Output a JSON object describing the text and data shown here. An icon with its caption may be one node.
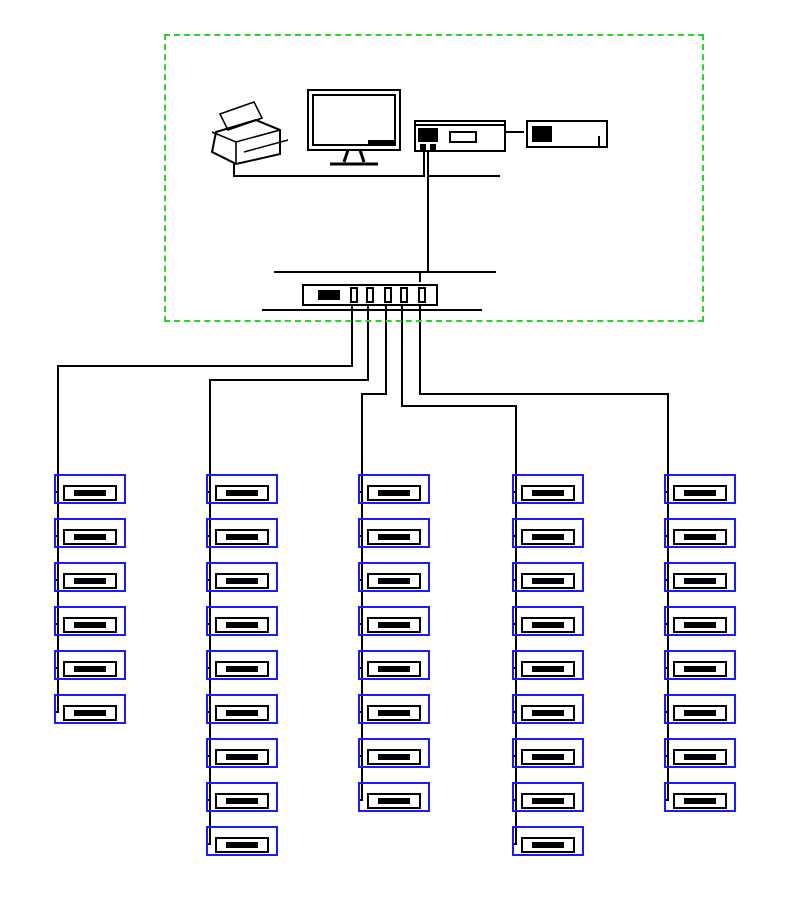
{
  "diagram": {
    "nodes": [
      {
        "text": [],
        "shape": "box"
      },
      {
        "text": [],
        "shape": "picture",
        "in": 0
      },
      {
        "text": [],
        "shape": "picture",
        "in": 0
      },
      {
        "text": [],
        "shape": "picture",
        "in": 0
      },
      {
        "text": [],
        "shape": "picture",
        "in": 0
      },
      {
        "text": [],
        "shape": "box",
        "in": 0
      },
      {
        "text": [],
        "shape": "box"
      },
      {
        "text": [],
        "shape": "box"
      },
      {
        "text": [],
        "shape": "box"
      },
      {
        "text": [],
        "shape": "box"
      },
      {
        "text": [],
        "shape": "box"
      },
      {
        "text": [],
        "shape": "box"
      },
      {
        "text": [],
        "shape": "box"
      },
      {
        "text": [],
        "shape": "box"
      },
      {
        "text": [],
        "shape": "box"
      },
      {
        "text": [],
        "shape": "box"
      },
      {
        "text": [],
        "shape": "box"
      },
      {
        "text": [],
        "shape": "box"
      },
      {
        "text": [],
        "shape": "box"
      },
      {
        "text": [],
        "shape": "box"
      },
      {
        "text": [],
        "shape": "box"
      },
      {
        "text": [],
        "shape": "box"
      },
      {
        "text": [],
        "shape": "box"
      },
      {
        "text": [],
        "shape": "box"
      },
      {
        "text": [],
        "shape": "box"
      },
      {
        "text": [],
        "shape": "box"
      },
      {
        "text": [],
        "shape": "box"
      },
      {
        "text": [],
        "shape": "box"
      },
      {
        "text": [],
        "shape": "box"
      },
      {
        "text": [],
        "shape": "box"
      },
      {
        "text": [],
        "shape": "box"
      },
      {
        "text": [],
        "shape": "box"
      },
      {
        "text": [],
        "shape": "box"
      },
      {
        "text": [],
        "shape": "box"
      },
      {
        "text": [],
        "shape": "box"
      },
      {
        "text": [],
        "shape": "box"
      },
      {
        "text": [],
        "shape": "box"
      },
      {
        "text": [],
        "shape": "box"
      },
      {
        "text": [],
        "shape": "box"
      },
      {
        "text": [],
        "shape": "box"
      },
      {
        "text": [],
        "shape": "box"
      },
      {
        "text": [],
        "shape": "box"
      },
      {
        "text": [],
        "shape": "box"
      },
      {
        "text": [],
        "shape": "box"
      },
      {
        "text": [],
        "shape": "box"
      },
      {
        "text": [],
        "shape": "box"
      }
    ],
    "edges": [
      {
        "from": 1,
        "to": 3,
        "arrow": "none"
      },
      {
        "from": 3,
        "to": 4,
        "arrow": "none"
      },
      {
        "from": 3,
        "to": 5,
        "arrow": "none"
      },
      {
        "from": 5,
        "to": 6,
        "arrow": "none"
      },
      {
        "from": 5,
        "to": 7,
        "arrow": "none"
      },
      {
        "from": 5,
        "to": 8,
        "arrow": "none"
      },
      {
        "from": 5,
        "to": 9,
        "arrow": "none"
      },
      {
        "from": 5,
        "to": 10,
        "arrow": "none"
      },
      {
        "from": 5,
        "to": 11,
        "arrow": "none"
      },
      {
        "from": 5,
        "to": 12,
        "arrow": "none"
      },
      {
        "from": 5,
        "to": 13,
        "arrow": "none"
      },
      {
        "from": 5,
        "to": 14,
        "arrow": "none"
      },
      {
        "from": 5,
        "to": 15,
        "arrow": "none"
      },
      {
        "from": 5,
        "to": 16,
        "arrow": "none"
      },
      {
        "from": 5,
        "to": 17,
        "arrow": "none"
      },
      {
        "from": 5,
        "to": 18,
        "arrow": "none"
      },
      {
        "from": 5,
        "to": 19,
        "arrow": "none"
      },
      {
        "from": 5,
        "to": 20,
        "arrow": "none"
      },
      {
        "from": 5,
        "to": 21,
        "arrow": "none"
      },
      {
        "from": 5,
        "to": 22,
        "arrow": "none"
      },
      {
        "from": 5,
        "to": 23,
        "arrow": "none"
      },
      {
        "from": 5,
        "to": 24,
        "arrow": "none"
      },
      {
        "from": 5,
        "to": 25,
        "arrow": "none"
      },
      {
        "from": 5,
        "to": 26,
        "arrow": "none"
      },
      {
        "from": 5,
        "to": 27,
        "arrow": "none"
      },
      {
        "from": 5,
        "to": 28,
        "arrow": "none"
      },
      {
        "from": 5,
        "to": 29,
        "arrow": "none"
      },
      {
        "from": 5,
        "to": 30,
        "arrow": "none"
      },
      {
        "from": 5,
        "to": 31,
        "arrow": "none"
      },
      {
        "from": 5,
        "to": 32,
        "arrow": "none"
      },
      {
        "from": 5,
        "to": 33,
        "arrow": "none"
      },
      {
        "from": 5,
        "to": 34,
        "arrow": "none"
      },
      {
        "from": 5,
        "to": 35,
        "arrow": "none"
      },
      {
        "from": 5,
        "to": 36,
        "arrow": "none"
      },
      {
        "from": 5,
        "to": 37,
        "arrow": "none"
      },
      {
        "from": 5,
        "to": 38,
        "arrow": "none"
      },
      {
        "from": 5,
        "to": 39,
        "arrow": "none"
      },
      {
        "from": 5,
        "to": 40,
        "arrow": "none"
      },
      {
        "from": 5,
        "to": 41,
        "arrow": "none"
      },
      {
        "from": 5,
        "to": 42,
        "arrow": "none"
      },
      {
        "from": 5,
        "to": 43,
        "arrow": "none"
      },
      {
        "from": 5,
        "to": 44,
        "arrow": "none"
      },
      {
        "from": 5,
        "to": 45,
        "arrow": "none"
      }
    ]
  }
}
